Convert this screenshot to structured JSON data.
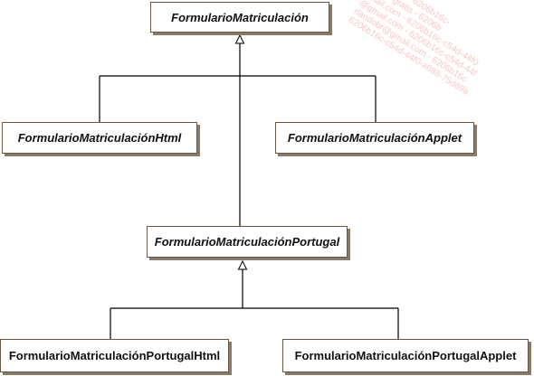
{
  "classes": {
    "root": "FormularioMatriculación",
    "html": "FormularioMatriculaciónHtml",
    "applet": "FormularioMatriculaciónApplet",
    "portugal": "FormularioMatriculaciónPortugal",
    "portugal_html": "FormularioMatriculaciónPortugalHtml",
    "portugal_applet": "FormularioMatriculaciónPortugalApplet"
  },
  "colors": {
    "box_border": "#6b5544",
    "shadow": "#8a7a6a",
    "line": "#000000",
    "watermark": "#f08080"
  },
  "watermark_lines": [
    "mail.com - 6206b16c-",
    "Libros gratis - 6206b",
    "gmail.com - 6206b16c-c54d-44f0",
    "@gmail.com - 6206b16c-c54d-44f",
    "rlandobr@gmail.com - 6206b16c",
    "6206b16c-c54d-44f0-a088-75d69a"
  ]
}
